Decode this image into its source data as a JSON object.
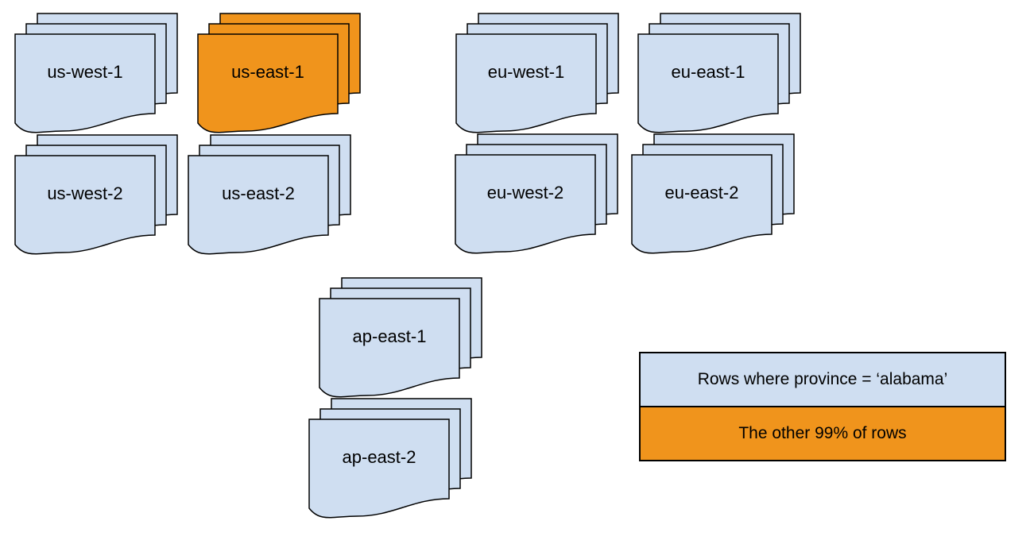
{
  "colors": {
    "doc_fill": "#cfdef1",
    "highlight_fill": "#f0941c",
    "stroke": "#000000",
    "background": "#ffffff"
  },
  "stacks": [
    {
      "id": "us-west-1",
      "label": "us-west-1",
      "highlighted": false
    },
    {
      "id": "us-east-1",
      "label": "us-east-1",
      "highlighted": true
    },
    {
      "id": "eu-west-1",
      "label": "eu-west-1",
      "highlighted": false
    },
    {
      "id": "eu-east-1",
      "label": "eu-east-1",
      "highlighted": false
    },
    {
      "id": "us-west-2",
      "label": "us-west-2",
      "highlighted": false
    },
    {
      "id": "us-east-2",
      "label": "us-east-2",
      "highlighted": false
    },
    {
      "id": "eu-west-2",
      "label": "eu-west-2",
      "highlighted": false
    },
    {
      "id": "eu-east-2",
      "label": "eu-east-2",
      "highlighted": false
    },
    {
      "id": "ap-east-1",
      "label": "ap-east-1",
      "highlighted": false
    },
    {
      "id": "ap-east-2",
      "label": "ap-east-2",
      "highlighted": false
    }
  ],
  "legend": {
    "items": [
      {
        "label": "Rows where province = ‘alabama’",
        "color": "#cfdef1"
      },
      {
        "label": "The other 99% of rows",
        "color": "#f0941c"
      }
    ]
  }
}
